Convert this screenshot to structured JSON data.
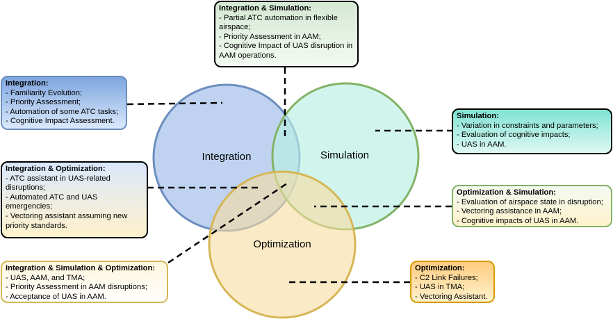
{
  "circles": {
    "integration": {
      "label": "Integration",
      "fill": "#a9c4eb",
      "stroke": "#6c8ebf"
    },
    "simulation": {
      "label": "Simulation",
      "fill": "#b8f0e4",
      "stroke": "#82b366"
    },
    "optimization": {
      "label": "Optimization",
      "fill": "#f9dca0",
      "stroke": "#d6b656"
    }
  },
  "boxes": {
    "integration": {
      "title": "Integration:",
      "items": [
        "- Familiarity Evolution;",
        "- Priority Assessment;",
        "- Automation of some ATC tasks;",
        "- Cognitive Impact Assessment."
      ]
    },
    "integration_simulation": {
      "title": "Integration & Simulation:",
      "items": [
        "- Partial ATC automation in flexible airspace;",
        "- Priority Assessment in AAM;",
        "- Cognitive Impact of UAS disruption in AAM operations."
      ]
    },
    "simulation": {
      "title": "Simulation:",
      "items": [
        "- Variation in constraints and parameters;",
        "- Evaluation of cognitive impacts;",
        "- UAS in AAM."
      ]
    },
    "integration_optimization": {
      "title": "Integration & Optimization:",
      "items": [
        "- ATC assistant in UAS-related disruptions;",
        "- Automated ATC and UAS emergencies;",
        "- Vectoring assistant assuming new priority standards."
      ]
    },
    "optimization_simulation": {
      "title": "Optimization & Simulation:",
      "items": [
        "- Evaluation of airspace state in disruption;",
        "- Vectoring assistance in AAM;",
        "- Cognitive impacts of UAS in AAM."
      ]
    },
    "all_three": {
      "title": "Integration & Simulation & Optimization:",
      "items": [
        "- UAS, AAM, and TMA;",
        "- Priority Assessment in AAM disruptions;",
        "- Acceptance of UAS in AAM."
      ]
    },
    "optimization": {
      "title": "Optimization:",
      "items": [
        "- C2 Link Failures;",
        "- UAS in TMA;",
        "- Vectoring Assistant."
      ]
    }
  }
}
